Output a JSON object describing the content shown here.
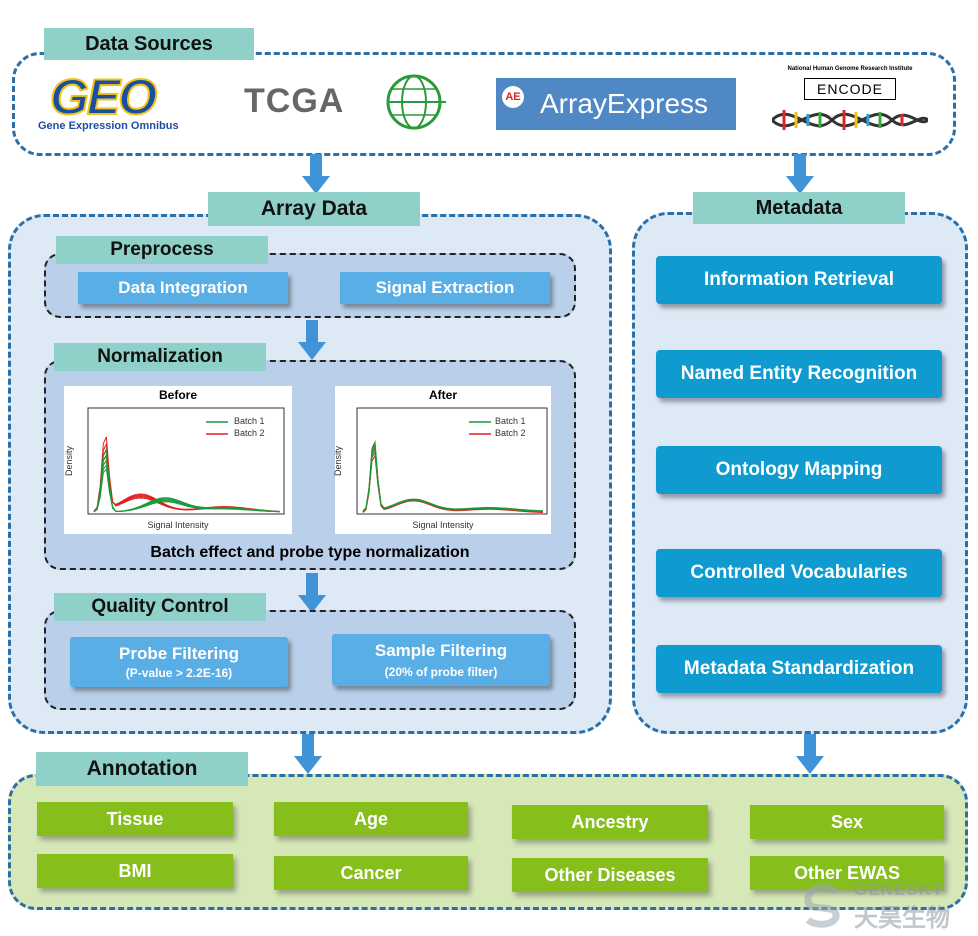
{
  "data_sources": {
    "title": "Data Sources",
    "geo": {
      "logo_text": "GEO",
      "subtitle": "Gene Expression Omnibus"
    },
    "tcga": {
      "logo_text": "TCGA"
    },
    "arrayexpress": {
      "logo_text": "ArrayExpress",
      "mark": "AE"
    },
    "encode": {
      "institute": "National Human Genome Research Institute",
      "logo_text": "ENCODE"
    }
  },
  "array_data": {
    "title": "Array Data",
    "preprocess": {
      "title": "Preprocess",
      "items": [
        "Data Integration",
        "Signal Extraction"
      ]
    },
    "normalization": {
      "title": "Normalization",
      "caption": "Batch effect and probe type normalization",
      "before": {
        "title": "Before",
        "xlabel": "Signal Intensity",
        "ylabel": "Density"
      },
      "after": {
        "title": "After",
        "xlabel": "Signal Intensity",
        "ylabel": "Density"
      },
      "legend": [
        "Batch 1",
        "Batch 2"
      ],
      "colors": {
        "batch1": "#1a9a3a",
        "batch2": "#e02020"
      }
    },
    "quality_control": {
      "title": "Quality Control",
      "probe": {
        "label": "Probe Filtering",
        "detail": "(P-value > 2.2E-16)"
      },
      "sample": {
        "label": "Sample Filtering",
        "detail": "(20% of probe filter)"
      }
    }
  },
  "metadata": {
    "title": "Metadata",
    "items": [
      "Information Retrieval",
      "Named Entity Recognition",
      "Ontology Mapping",
      "Controlled Vocabularies",
      "Metadata Standardization"
    ]
  },
  "annotation": {
    "title": "Annotation",
    "items": [
      "Tissue",
      "Age",
      "Ancestry",
      "Sex",
      "BMI",
      "Cancer",
      "Other Diseases",
      "Other EWAS"
    ]
  },
  "watermark": {
    "latin": "GENESKY",
    "chinese": "天昊生物"
  }
}
